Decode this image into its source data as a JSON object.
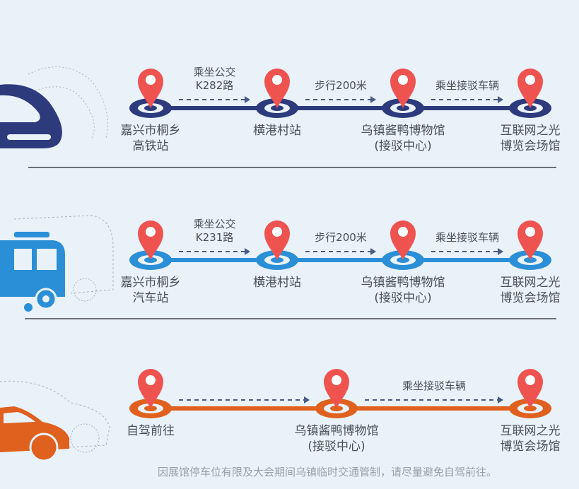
{
  "colors": {
    "background": "#e9f1f9",
    "pin": "#ef5350",
    "train": "#2d3a7c",
    "bus": "#2a8fd6",
    "car": "#e0601e",
    "text": "#4a4f58"
  },
  "routes": [
    {
      "id": "train",
      "vehicle_icon": "high-speed-train-icon",
      "color": "#2d3a7c",
      "stops": [
        {
          "lines": [
            "嘉兴市桐乡",
            "高铁站"
          ]
        },
        {
          "lines": [
            "横港村站"
          ]
        },
        {
          "lines": [
            "乌镇酱鸭博物馆",
            "(接驳中心)"
          ]
        },
        {
          "lines": [
            "互联网之光",
            "博览会场馆"
          ]
        }
      ],
      "segments": [
        {
          "lines": [
            "乘坐公交",
            "K282路"
          ]
        },
        {
          "lines": [
            "步行200米"
          ]
        },
        {
          "lines": [
            "乘坐接驳车辆"
          ]
        }
      ]
    },
    {
      "id": "bus",
      "vehicle_icon": "bus-icon",
      "color": "#2a8fd6",
      "stops": [
        {
          "lines": [
            "嘉兴市桐乡",
            "汽车站"
          ]
        },
        {
          "lines": [
            "横港村站"
          ]
        },
        {
          "lines": [
            "乌镇酱鸭博物馆",
            "(接驳中心)"
          ]
        },
        {
          "lines": [
            "互联网之光",
            "博览会场馆"
          ]
        }
      ],
      "segments": [
        {
          "lines": [
            "乘坐公交",
            "K231路"
          ]
        },
        {
          "lines": [
            "步行200米"
          ]
        },
        {
          "lines": [
            "乘坐接驳车辆"
          ]
        }
      ]
    },
    {
      "id": "car",
      "vehicle_icon": "car-icon",
      "color": "#e0601e",
      "stops": [
        {
          "lines": [
            "自驾前往"
          ]
        },
        {
          "lines": [
            "乌镇酱鸭博物馆",
            "(接驳中心)"
          ]
        },
        {
          "lines": [
            "互联网之光",
            "博览会场馆"
          ]
        }
      ],
      "segments": [
        {
          "lines": []
        },
        {
          "lines": [
            "乘坐接驳车辆"
          ]
        }
      ]
    }
  ],
  "footer": "因展馆停车位有限及大会期间乌镇临时交通管制，请尽量避免自驾前往。"
}
